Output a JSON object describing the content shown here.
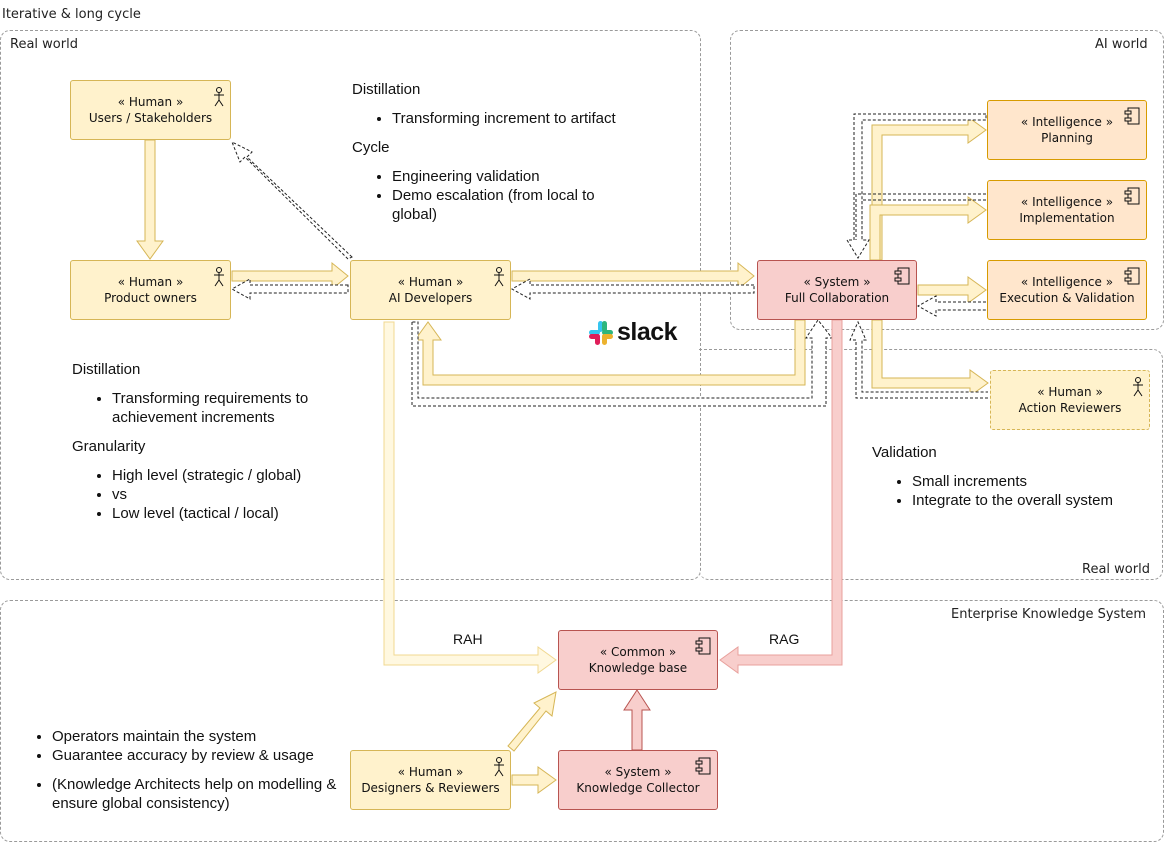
{
  "regions": {
    "iterative": "Iterative & long cycle",
    "real_world_top": "Real world",
    "ai_world": "AI world",
    "real_world_bottom": "Real world",
    "eks": "Enterprise Knowledge System"
  },
  "nodes": {
    "users": {
      "stereotype": "« Human »",
      "name": "Users / Stakeholders"
    },
    "product_owners": {
      "stereotype": "« Human »",
      "name": "Product owners"
    },
    "ai_developers": {
      "stereotype": "« Human »",
      "name": "AI Developers"
    },
    "full_collab": {
      "stereotype": "« System »",
      "name": "Full Collaboration"
    },
    "planning": {
      "stereotype": "« Intelligence »",
      "name": "Planning"
    },
    "implementation": {
      "stereotype": "« Intelligence »",
      "name": "Implementation"
    },
    "execution": {
      "stereotype": "« Intelligence »",
      "name": "Execution & Validation"
    },
    "action_reviewers": {
      "stereotype": "« Human »",
      "name": "Action Reviewers"
    },
    "knowledge_base": {
      "stereotype": "« Common »",
      "name": "Knowledge base"
    },
    "designers": {
      "stereotype": "« Human »",
      "name": "Designers & Reviewers"
    },
    "collector": {
      "stereotype": "« System »",
      "name": "Knowledge Collector"
    }
  },
  "notes": {
    "dev": {
      "h1": "Distillation",
      "l1": [
        "Transforming increment to artifact"
      ],
      "h2": "Cycle",
      "l2": [
        "Engineering validation",
        "Demo escalation (from local to global)"
      ]
    },
    "po": {
      "h1": "Distillation",
      "l1": [
        "Transforming requirements to achievement increments"
      ],
      "h2": "Granularity",
      "l2": [
        "High level (strategic / global)",
        "vs",
        "Low level (tactical / local)"
      ]
    },
    "validation": {
      "h1": "Validation",
      "l1": [
        "Small increments",
        "Integrate to the overall system"
      ]
    },
    "operators": {
      "l1": [
        "Operators maintain the system",
        "Guarantee accuracy by review & usage"
      ],
      "l2": [
        "(Knowledge Architects help on modelling & ensure global consistency)"
      ]
    }
  },
  "edge_labels": {
    "rah": "RAH",
    "rag": "RAG"
  },
  "logo": {
    "text": "slack",
    "icon": "slack-logo-icon"
  },
  "icons": {
    "human": "actor-icon",
    "component": "component-icon"
  },
  "colors": {
    "human_fill": "#fff2cc",
    "human_stroke": "#d6b656",
    "intel_fill": "#ffe6cc",
    "intel_stroke": "#d79b00",
    "system_fill": "#f8cecc",
    "system_stroke": "#b85450",
    "slack_blue": "#36c5f0",
    "slack_green": "#2eb67d",
    "slack_yellow": "#ecb22e",
    "slack_red": "#e01e5a"
  }
}
